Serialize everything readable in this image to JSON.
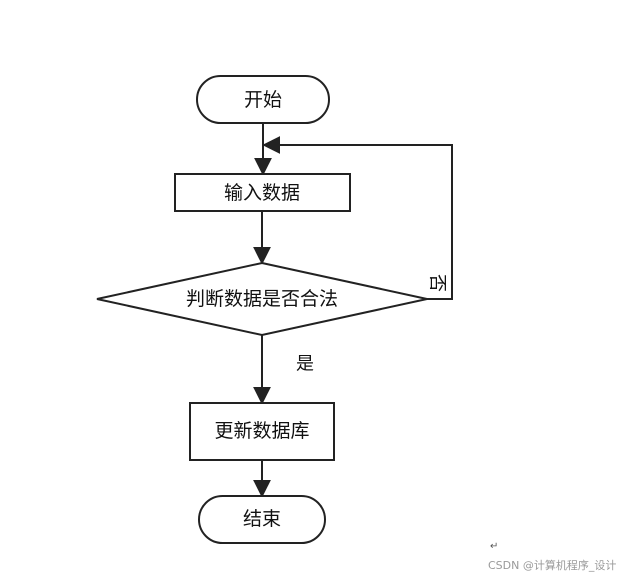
{
  "nodes": {
    "start": "开始",
    "input": "输入数据",
    "decision": "判断数据是否合法",
    "update": "更新数据库",
    "end": "结束"
  },
  "edges": {
    "no": "否",
    "yes": "是"
  },
  "watermark": "CSDN @计算机程序_设计",
  "return_mark": "↵",
  "colors": {
    "stroke": "#222222",
    "fill": "#ffffff",
    "watermark": "#9a9a9a"
  }
}
